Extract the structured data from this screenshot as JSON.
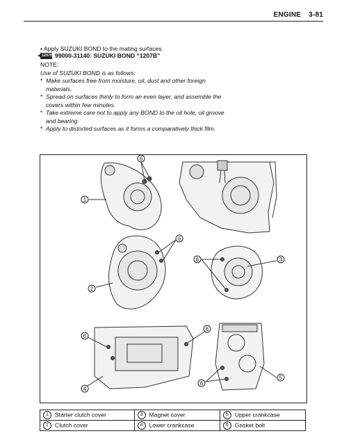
{
  "header": {
    "section": "ENGINE",
    "page": "3-81"
  },
  "bullet_text": "Apply SUZUKI BOND to the mating surfaces.",
  "bond": {
    "icon_label": "1207B",
    "text": "99000-31140: SUZUKI BOND “1207B”"
  },
  "note": {
    "title": "NOTE:",
    "intro": "Use of SUZUKI BOND is as follows:",
    "items": [
      "Make surfaces free from moisture, oil, dust and other foreign materials.",
      "Spread on surfaces thinly to form an even layer, and assemble the covers within few minutes.",
      "Take extreme care not to apply any BOND to the oil hole, oil groove and bearing.",
      "Apply to distorted surfaces as it forms a comparatively thick film."
    ]
  },
  "figure": {
    "callouts": [
      "1",
      "2",
      "3",
      "4",
      "5",
      "6"
    ]
  },
  "legend": [
    [
      {
        "num": "1",
        "label": "Starter clutch cover"
      },
      {
        "num": "3",
        "label": "Magnet cover"
      },
      {
        "num": "5",
        "label": "Upper crankcase"
      }
    ],
    [
      {
        "num": "2",
        "label": "Clutch cover"
      },
      {
        "num": "4",
        "label": "Lower crankcase"
      },
      {
        "num": "6",
        "label": "Gasket bolt"
      }
    ]
  ]
}
